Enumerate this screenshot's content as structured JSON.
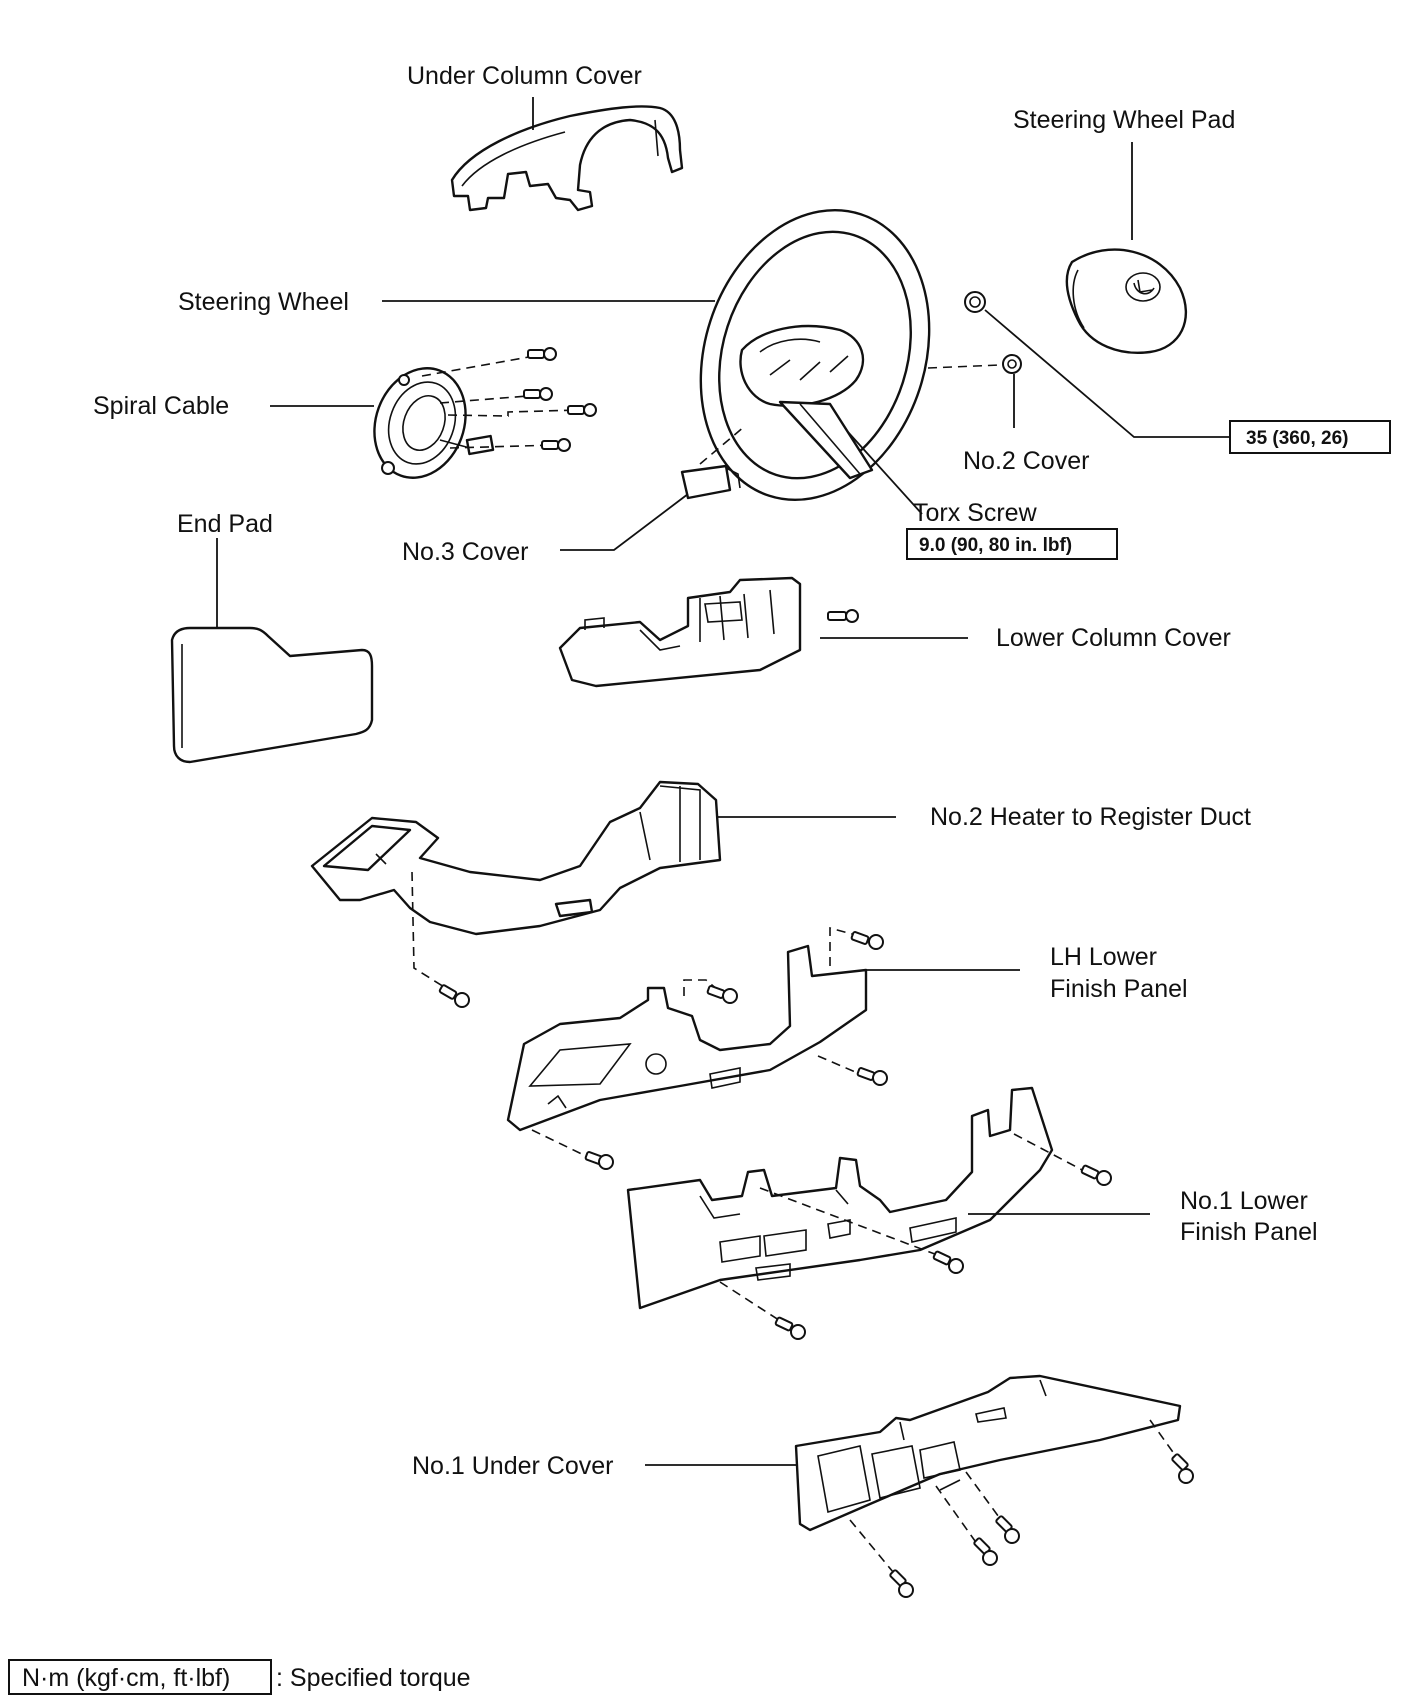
{
  "labels": {
    "under_column_cover": "Under Column Cover",
    "steering_wheel_pad": "Steering Wheel Pad",
    "steering_wheel": "Steering Wheel",
    "spiral_cable": "Spiral Cable",
    "no2_cover": "No.2 Cover",
    "torx_screw": "Torx Screw",
    "end_pad": "End Pad",
    "no3_cover": "No.3 Cover",
    "lower_column_cover": "Lower Column Cover",
    "no2_heater_duct": "No.2 Heater to Register Duct",
    "lh_lower_finish_panel_1": "LH Lower",
    "lh_lower_finish_panel_2": "Finish Panel",
    "no1_lower_finish_panel_1": "No.1 Lower",
    "no1_lower_finish_panel_2": "Finish Panel",
    "no1_under_cover": "No.1 Under Cover"
  },
  "torques": {
    "nut": "35 (360, 26)",
    "torx": "9.0 (90, 80 in. lbf)"
  },
  "legend": {
    "unit": "N·m (kgf·cm, ft·lbf)",
    "text": ": Specified torque"
  }
}
